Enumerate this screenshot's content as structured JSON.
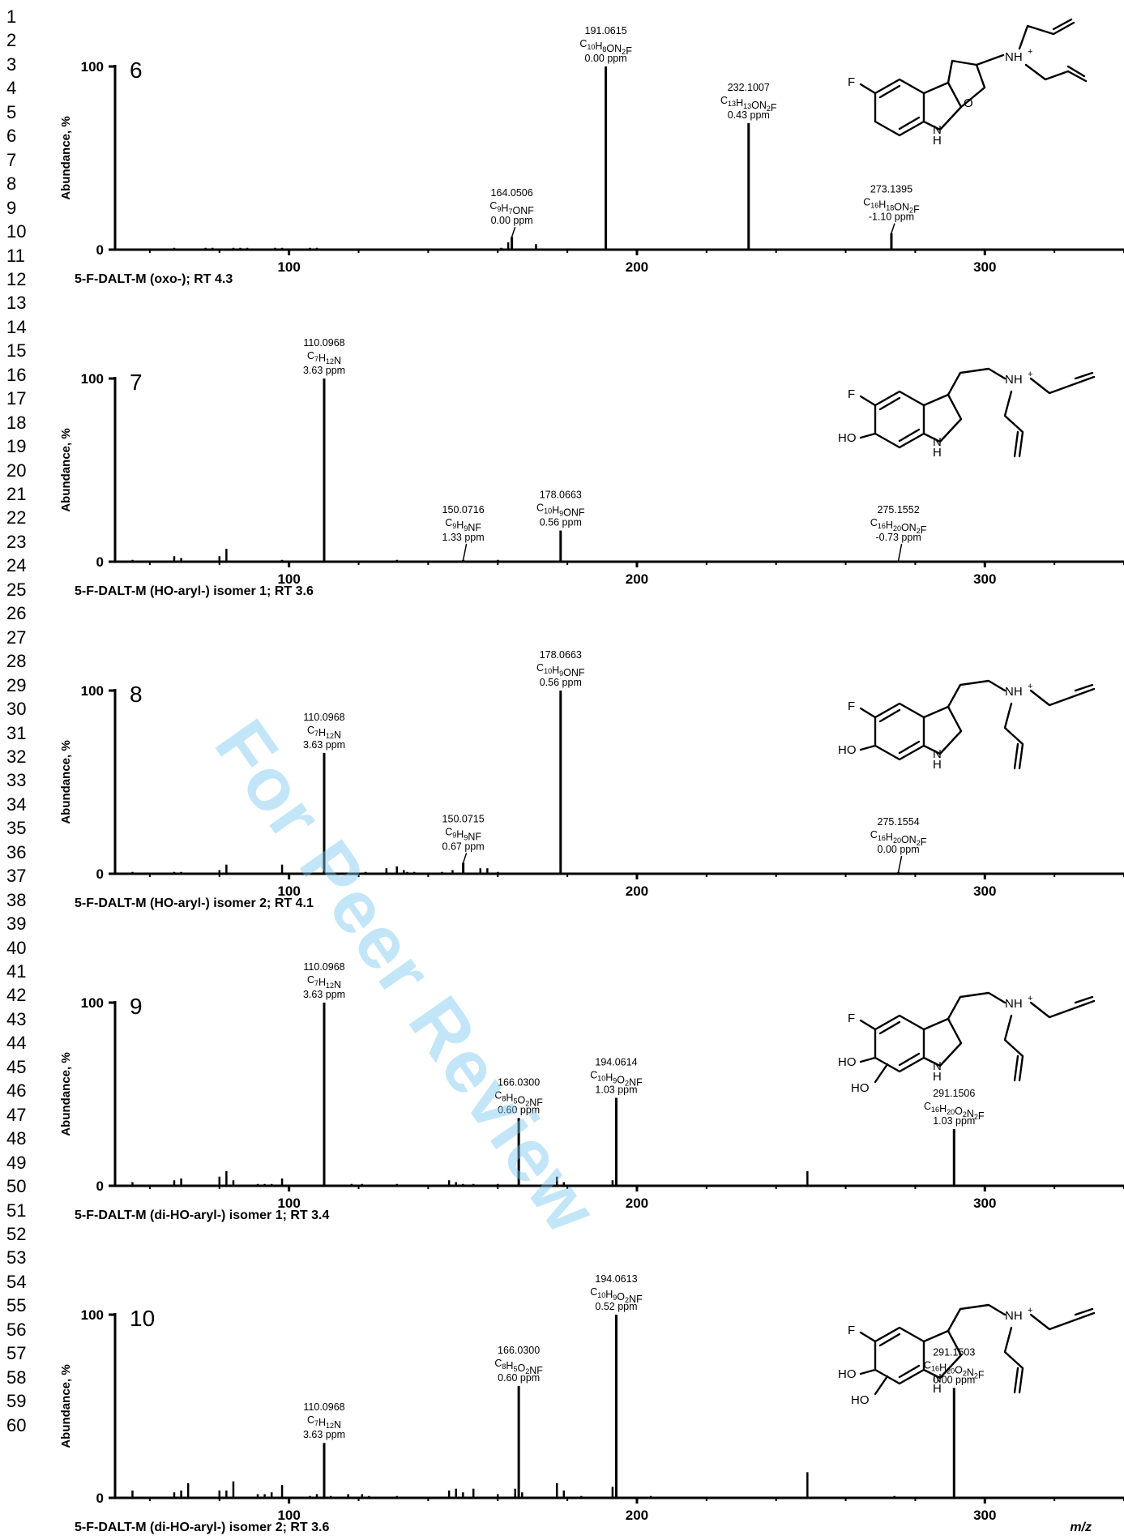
{
  "watermark": "For Peer Review",
  "x_axis_label": "m/z",
  "line_numbers": [
    "1",
    "2",
    "3",
    "4",
    "5",
    "6",
    "7",
    "8",
    "9",
    "10",
    "11",
    "12",
    "13",
    "14",
    "15",
    "16",
    "17",
    "18",
    "19",
    "20",
    "21",
    "22",
    "23",
    "24",
    "25",
    "26",
    "27",
    "28",
    "29",
    "30",
    "31",
    "32",
    "33",
    "34",
    "35",
    "36",
    "37",
    "38",
    "39",
    "40",
    "41",
    "42",
    "43",
    "44",
    "45",
    "46",
    "47",
    "48",
    "49",
    "50",
    "51",
    "52",
    "53",
    "54",
    "55",
    "56",
    "57",
    "58",
    "59",
    "60"
  ],
  "chart_data": [
    {
      "type": "bar",
      "panel_number": "6",
      "caption": "5-F-DALT-M (oxo-); RT 4.3",
      "ylabel": "Abundance, %",
      "xlabel": "",
      "xlim": [
        50,
        340
      ],
      "ylim": [
        0,
        100
      ],
      "xticks": [
        100,
        200,
        300
      ],
      "yticks": [
        0,
        100
      ],
      "peaks": [
        {
          "mz": 164.0506,
          "abundance": 7,
          "label": [
            "164.0506",
            "C9H7ONF",
            "0.00 ppm"
          ]
        },
        {
          "mz": 191.0615,
          "abundance": 100,
          "label": [
            "191.0615",
            "C10H8ON2F",
            "0.00 ppm"
          ]
        },
        {
          "mz": 232.1007,
          "abundance": 69,
          "label": [
            "232.1007",
            "C13H13ON2F",
            "0.43 ppm"
          ]
        },
        {
          "mz": 273.1395,
          "abundance": 9,
          "label": [
            "273.1395",
            "C16H18ON2F",
            "-1.10 ppm"
          ]
        }
      ],
      "minor_peaks": [
        [
          67,
          1
        ],
        [
          76,
          1
        ],
        [
          78,
          1
        ],
        [
          84,
          1
        ],
        [
          86,
          1
        ],
        [
          88,
          1
        ],
        [
          96,
          1
        ],
        [
          98,
          1
        ],
        [
          106,
          1
        ],
        [
          108,
          1
        ],
        [
          161,
          1
        ],
        [
          163,
          4
        ],
        [
          171,
          3
        ]
      ],
      "structure": "5-fluoro-dihydrofuroindole N,N-diallyl ammonium"
    },
    {
      "type": "bar",
      "panel_number": "7",
      "caption": "5-F-DALT-M (HO-aryl-) isomer 1; RT 3.6",
      "ylabel": "Abundance, %",
      "xlabel": "",
      "xlim": [
        50,
        340
      ],
      "ylim": [
        0,
        100
      ],
      "xticks": [
        100,
        200,
        300
      ],
      "yticks": [
        0,
        100
      ],
      "peaks": [
        {
          "mz": 110.0968,
          "abundance": 100,
          "label": [
            "110.0968",
            "C7H12N",
            "3.63 ppm"
          ]
        },
        {
          "mz": 150.0716,
          "abundance": 1,
          "label": [
            "150.0716",
            "C9H9NF",
            "1.33 ppm"
          ]
        },
        {
          "mz": 178.0663,
          "abundance": 17,
          "label": [
            "178.0663",
            "C10H9ONF",
            "0.56 ppm"
          ]
        },
        {
          "mz": 275.1552,
          "abundance": 0.5,
          "label": [
            "275.1552",
            "C16H20ON2F",
            "-0.73 ppm"
          ]
        }
      ],
      "minor_peaks": [
        [
          55,
          1
        ],
        [
          67,
          3
        ],
        [
          69,
          2
        ],
        [
          80,
          3
        ],
        [
          82,
          7
        ],
        [
          98,
          1
        ],
        [
          131,
          1
        ],
        [
          160,
          1
        ]
      ],
      "structure": "5-fluoro-hydroxy-DALT ammonium"
    },
    {
      "type": "bar",
      "panel_number": "8",
      "caption": "5-F-DALT-M (HO-aryl-) isomer 2; RT 4.1",
      "ylabel": "Abundance, %",
      "xlabel": "",
      "xlim": [
        50,
        340
      ],
      "ylim": [
        0,
        100
      ],
      "xticks": [
        100,
        200,
        300
      ],
      "yticks": [
        0,
        100
      ],
      "peaks": [
        {
          "mz": 110.0968,
          "abundance": 66,
          "label": [
            "110.0968",
            "C7H12N",
            "3.63 ppm"
          ]
        },
        {
          "mz": 150.0715,
          "abundance": 6,
          "label": [
            "150.0715",
            "C9H9NF",
            "0.67 ppm"
          ]
        },
        {
          "mz": 178.0663,
          "abundance": 100,
          "label": [
            "178.0663",
            "C10H9ONF",
            "0.56 ppm"
          ]
        },
        {
          "mz": 275.1554,
          "abundance": 1,
          "label": [
            "275.1554",
            "C16H20ON2F",
            "0.00 ppm"
          ]
        }
      ],
      "minor_peaks": [
        [
          55,
          1
        ],
        [
          67,
          1
        ],
        [
          69,
          1
        ],
        [
          80,
          2
        ],
        [
          82,
          5
        ],
        [
          98,
          5
        ],
        [
          122,
          1
        ],
        [
          128,
          3
        ],
        [
          131,
          4
        ],
        [
          133,
          2
        ],
        [
          134,
          1
        ],
        [
          136,
          1
        ],
        [
          144,
          1
        ],
        [
          147,
          2
        ],
        [
          155,
          3
        ],
        [
          157,
          3
        ],
        [
          160,
          1
        ]
      ],
      "structure": "5-fluoro-hydroxy-DALT ammonium"
    },
    {
      "type": "bar",
      "panel_number": "9",
      "caption": "5-F-DALT-M (di-HO-aryl-) isomer 1; RT 3.4",
      "ylabel": "Abundance, %",
      "xlabel": "",
      "xlim": [
        50,
        340
      ],
      "ylim": [
        0,
        100
      ],
      "xticks": [
        100,
        200,
        300
      ],
      "yticks": [
        0,
        100
      ],
      "peaks": [
        {
          "mz": 110.0968,
          "abundance": 100,
          "label": [
            "110.0968",
            "C7H12N",
            "3.63 ppm"
          ]
        },
        {
          "mz": 166.03,
          "abundance": 37,
          "label": [
            "166.0300",
            "C8H5O2NF",
            "0.60 ppm"
          ]
        },
        {
          "mz": 194.0614,
          "abundance": 48,
          "label": [
            "194.0614",
            "C10H9O2NF",
            "1.03 ppm"
          ]
        },
        {
          "mz": 291.1506,
          "abundance": 31,
          "label": [
            "291.1506",
            "C16H20O2N2F",
            "1.03 ppm"
          ]
        }
      ],
      "minor_peaks": [
        [
          55,
          2
        ],
        [
          67,
          3
        ],
        [
          69,
          4
        ],
        [
          80,
          5
        ],
        [
          82,
          8
        ],
        [
          84,
          3
        ],
        [
          91,
          1
        ],
        [
          93,
          1
        ],
        [
          95,
          1
        ],
        [
          98,
          4
        ],
        [
          118,
          1
        ],
        [
          121,
          1
        ],
        [
          131,
          1
        ],
        [
          146,
          3
        ],
        [
          148,
          2
        ],
        [
          150,
          1
        ],
        [
          153,
          1
        ],
        [
          160,
          1
        ],
        [
          177,
          5
        ],
        [
          179,
          2
        ],
        [
          193,
          3
        ],
        [
          249,
          8
        ]
      ],
      "structure": "5-fluoro-dihydroxy-DALT ammonium"
    },
    {
      "type": "bar",
      "panel_number": "10",
      "caption": "5-F-DALT-M (di-HO-aryl-) isomer 2; RT 3.6",
      "ylabel": "Abundance, %",
      "xlabel": "",
      "xlim": [
        50,
        340
      ],
      "ylim": [
        0,
        100
      ],
      "xticks": [
        100,
        200,
        300
      ],
      "yticks": [
        0,
        100
      ],
      "peaks": [
        {
          "mz": 110.0968,
          "abundance": 30,
          "label": [
            "110.0968",
            "C7H12N",
            "3.63 ppm"
          ]
        },
        {
          "mz": 166.03,
          "abundance": 61,
          "label": [
            "166.0300",
            "C8H5O2NF",
            "0.60 ppm"
          ]
        },
        {
          "mz": 194.0613,
          "abundance": 100,
          "label": [
            "194.0613",
            "C10H9O2NF",
            "0.52 ppm"
          ]
        },
        {
          "mz": 291.1503,
          "abundance": 60,
          "label": [
            "291.1503",
            "C16H20O2N2F",
            "0.00 ppm"
          ]
        }
      ],
      "minor_peaks": [
        [
          55,
          4
        ],
        [
          67,
          3
        ],
        [
          69,
          4
        ],
        [
          71,
          8
        ],
        [
          80,
          4
        ],
        [
          82,
          4
        ],
        [
          84,
          9
        ],
        [
          91,
          2
        ],
        [
          93,
          2
        ],
        [
          95,
          3
        ],
        [
          98,
          7
        ],
        [
          106,
          1
        ],
        [
          108,
          2
        ],
        [
          112,
          1
        ],
        [
          117,
          2
        ],
        [
          121,
          2
        ],
        [
          123,
          1
        ],
        [
          131,
          1
        ],
        [
          146,
          4
        ],
        [
          148,
          5
        ],
        [
          150,
          3
        ],
        [
          153,
          5
        ],
        [
          160,
          2
        ],
        [
          165,
          5
        ],
        [
          167,
          3
        ],
        [
          177,
          8
        ],
        [
          179,
          4
        ],
        [
          184,
          1
        ],
        [
          193,
          6
        ],
        [
          204,
          1
        ],
        [
          249,
          14
        ],
        [
          274,
          1
        ]
      ],
      "structure": "5-fluoro-dihydroxy-DALT ammonium"
    }
  ]
}
